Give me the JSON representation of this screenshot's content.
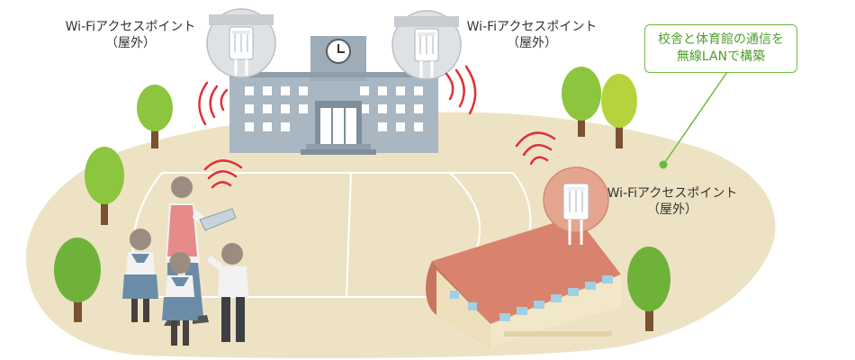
{
  "labels": {
    "ap_left": {
      "line1": "Wi-Fiアクセスポイント",
      "line2": "（屋外）"
    },
    "ap_right": {
      "line1": "Wi-Fiアクセスポイント",
      "line2": "（屋外）"
    },
    "ap_gym": {
      "line1": "Wi-Fiアクセスポイント",
      "line2": "（屋外）"
    }
  },
  "callout": {
    "line1": "校舎と体育館の通信を",
    "line2": "無線LANで構築"
  },
  "colors": {
    "ground": "#ede3c4",
    "school": "#a9b7c2",
    "gym_roof": "#d9826d",
    "gym_wall": "#f3e7c9",
    "signal": "#e0303a",
    "callout": "#6cbb3c",
    "tree_leaf": "#8cc63f",
    "tree_trunk": "#7a5230"
  },
  "icons": [
    "access-point-icon",
    "clock-icon",
    "wifi-signal-icon",
    "tree-icon",
    "tablet-icon"
  ]
}
